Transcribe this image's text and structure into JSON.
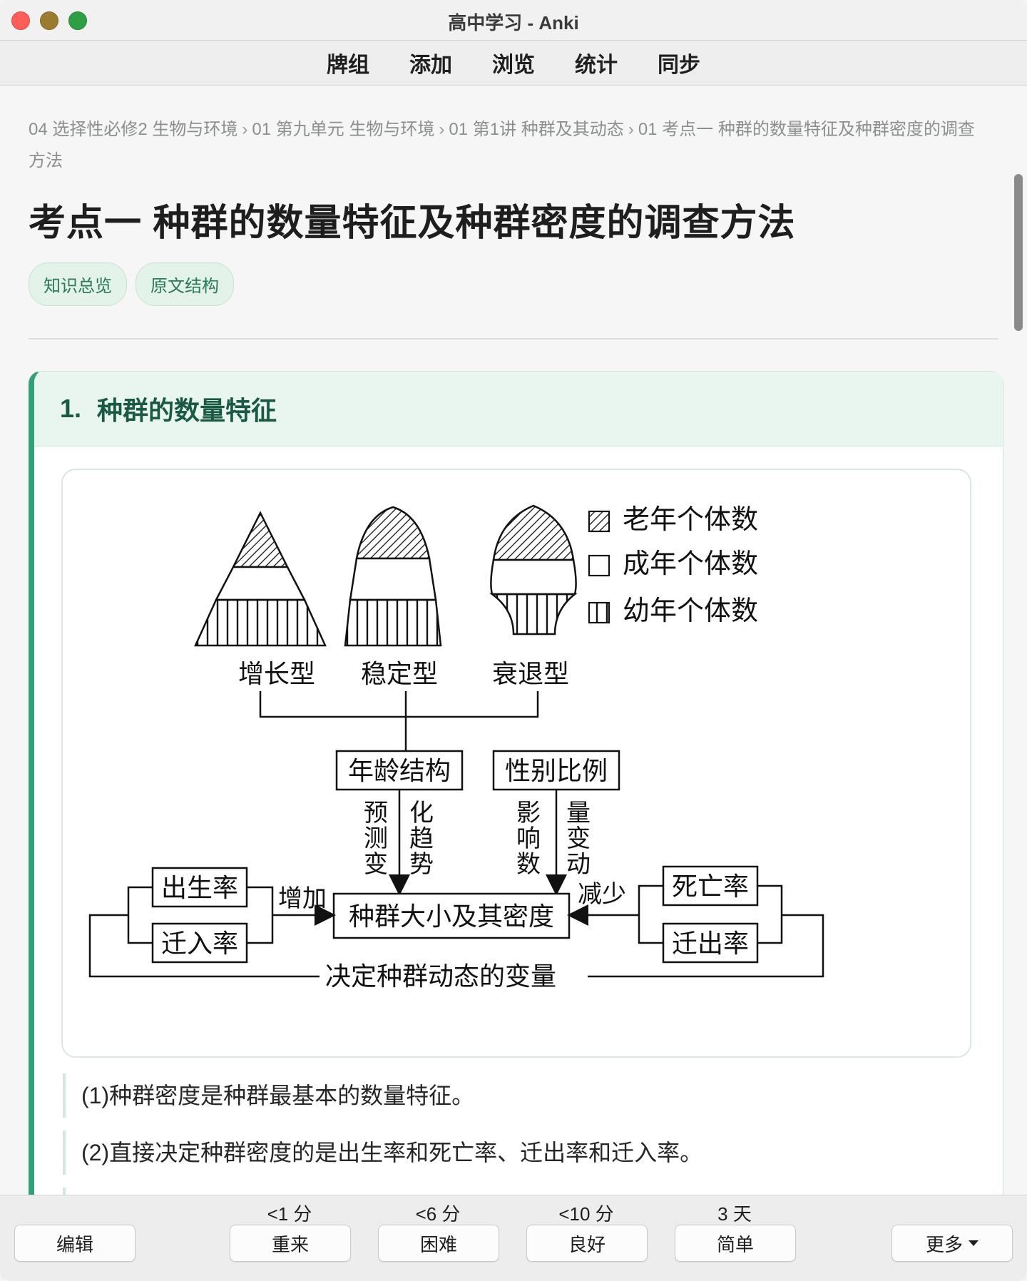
{
  "window": {
    "title": "高中学习 - Anki"
  },
  "top_nav": [
    "牌组",
    "添加",
    "浏览",
    "统计",
    "同步"
  ],
  "breadcrumb": {
    "items": [
      "04 选择性必修2 生物与环境",
      "01 第九单元 生物与环境",
      "01 第1讲 种群及其动态",
      "01 考点一 种群的数量特征及种群密度的调查方法"
    ],
    "separator": "›"
  },
  "page_title": "考点一 种群的数量特征及种群密度的调查方法",
  "tags": [
    "知识总览",
    "原文结构"
  ],
  "section": {
    "number": "1.",
    "title": "种群的数量特征"
  },
  "figure": {
    "legend": [
      "老年个体数",
      "成年个体数",
      "幼年个体数"
    ],
    "pyramid_labels": [
      "增长型",
      "稳定型",
      "衰退型"
    ],
    "age_structure": "年龄结构",
    "sex_ratio": "性别比例",
    "predict_col1": [
      "预",
      "测",
      "变"
    ],
    "predict_col2": [
      "化",
      "趋",
      "势"
    ],
    "influence_col1": [
      "影",
      "响",
      "数"
    ],
    "influence_col2": [
      "量",
      "变",
      "动"
    ],
    "birth_rate": "出生率",
    "immigration_rate": "迁入率",
    "death_rate": "死亡率",
    "emigration_rate": "迁出率",
    "increase": "增加",
    "decrease": "减少",
    "center": "种群大小及其密度",
    "bottom": "决定种群动态的变量"
  },
  "notes": [
    "(1)种群密度是种群最基本的数量特征。",
    "(2)直接决定种群密度的是出生率和死亡率、迁出率和迁入率。"
  ],
  "answer_buttons": [
    {
      "label": "重来",
      "due": "<1 分"
    },
    {
      "label": "困难",
      "due": "<6 分"
    },
    {
      "label": "良好",
      "due": "<10 分"
    },
    {
      "label": "简单",
      "due": "3 天"
    }
  ],
  "edit_label": "编辑",
  "more_label": "更多"
}
